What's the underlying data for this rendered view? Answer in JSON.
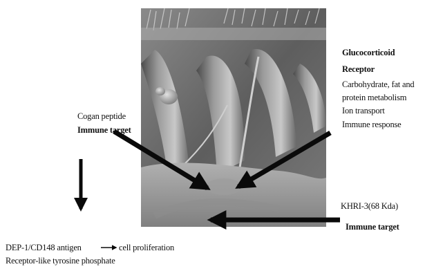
{
  "labels": {
    "glucocorticoid": {
      "title_line1": "Glucocorticoid",
      "title_line2": "Receptor",
      "lines": [
        "Carbohydrate, fat and",
        "protein metabolism",
        "Ion transport",
        "Immune response"
      ]
    },
    "cogan": {
      "name": "Cogan peptide",
      "role": "Immune target"
    },
    "khri": {
      "name": "KHRI-3(68 Kda)",
      "role": "Immune target"
    },
    "dep1": {
      "name": "DEP-1/CD148 antigen",
      "effect": "cell proliferation",
      "description": "Receptor-like tyrosine phosphate"
    }
  },
  "colors": {
    "arrow": "#0a0a0a",
    "text": "#111111"
  }
}
